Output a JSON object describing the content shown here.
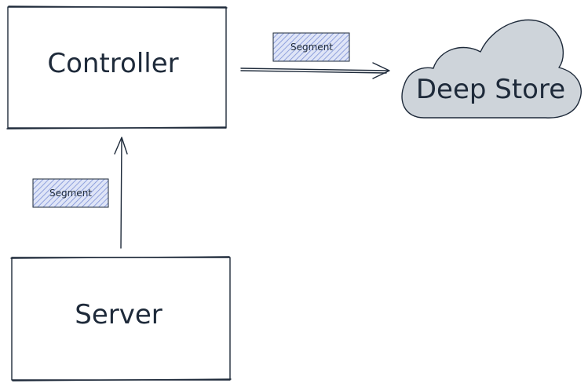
{
  "nodes": {
    "controller": {
      "label": "Controller"
    },
    "server": {
      "label": "Server"
    },
    "deep_store": {
      "label": "Deep Store"
    }
  },
  "edges": {
    "server_to_controller": {
      "label": "Segment"
    },
    "controller_to_deep_store": {
      "label": "Segment"
    }
  },
  "colors": {
    "ink": "#1e2a3a",
    "cloud_fill": "#ced4da",
    "tag_hatch": "#7b8fd6",
    "tag_fill": "#dfe5f7"
  }
}
